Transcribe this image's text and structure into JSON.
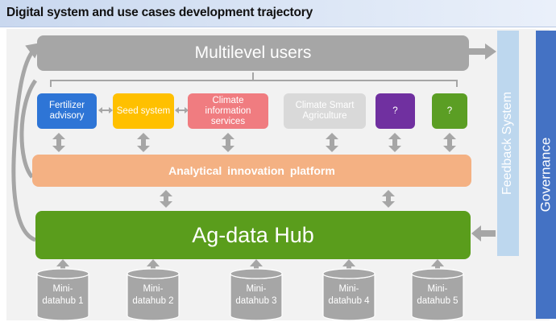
{
  "title": "Digital system and use cases development trajectory",
  "multilevel_users": "Multilevel users",
  "use_cases": [
    {
      "label": "Fertilizer advisory",
      "color": "#2e75d6"
    },
    {
      "label": "Seed system",
      "color": "#ffc000"
    },
    {
      "label": "Climate information services",
      "color": "#f07c80"
    },
    {
      "label": "Climate Smart Agriculture",
      "color": "#d9d9d9"
    },
    {
      "label": "?",
      "color": "#7030a0"
    },
    {
      "label": "?",
      "color": "#5b9e24"
    }
  ],
  "platform": "Analytical  innovation platform",
  "hub": "Ag-data Hub",
  "feedback": "Feedback System",
  "governance": "Governance",
  "mini_hubs": [
    "Mini-datahub 1",
    "Mini-datahub 2",
    "Mini-datahub 3",
    "Mini-datahub 4",
    "Mini-datahub 5"
  ]
}
